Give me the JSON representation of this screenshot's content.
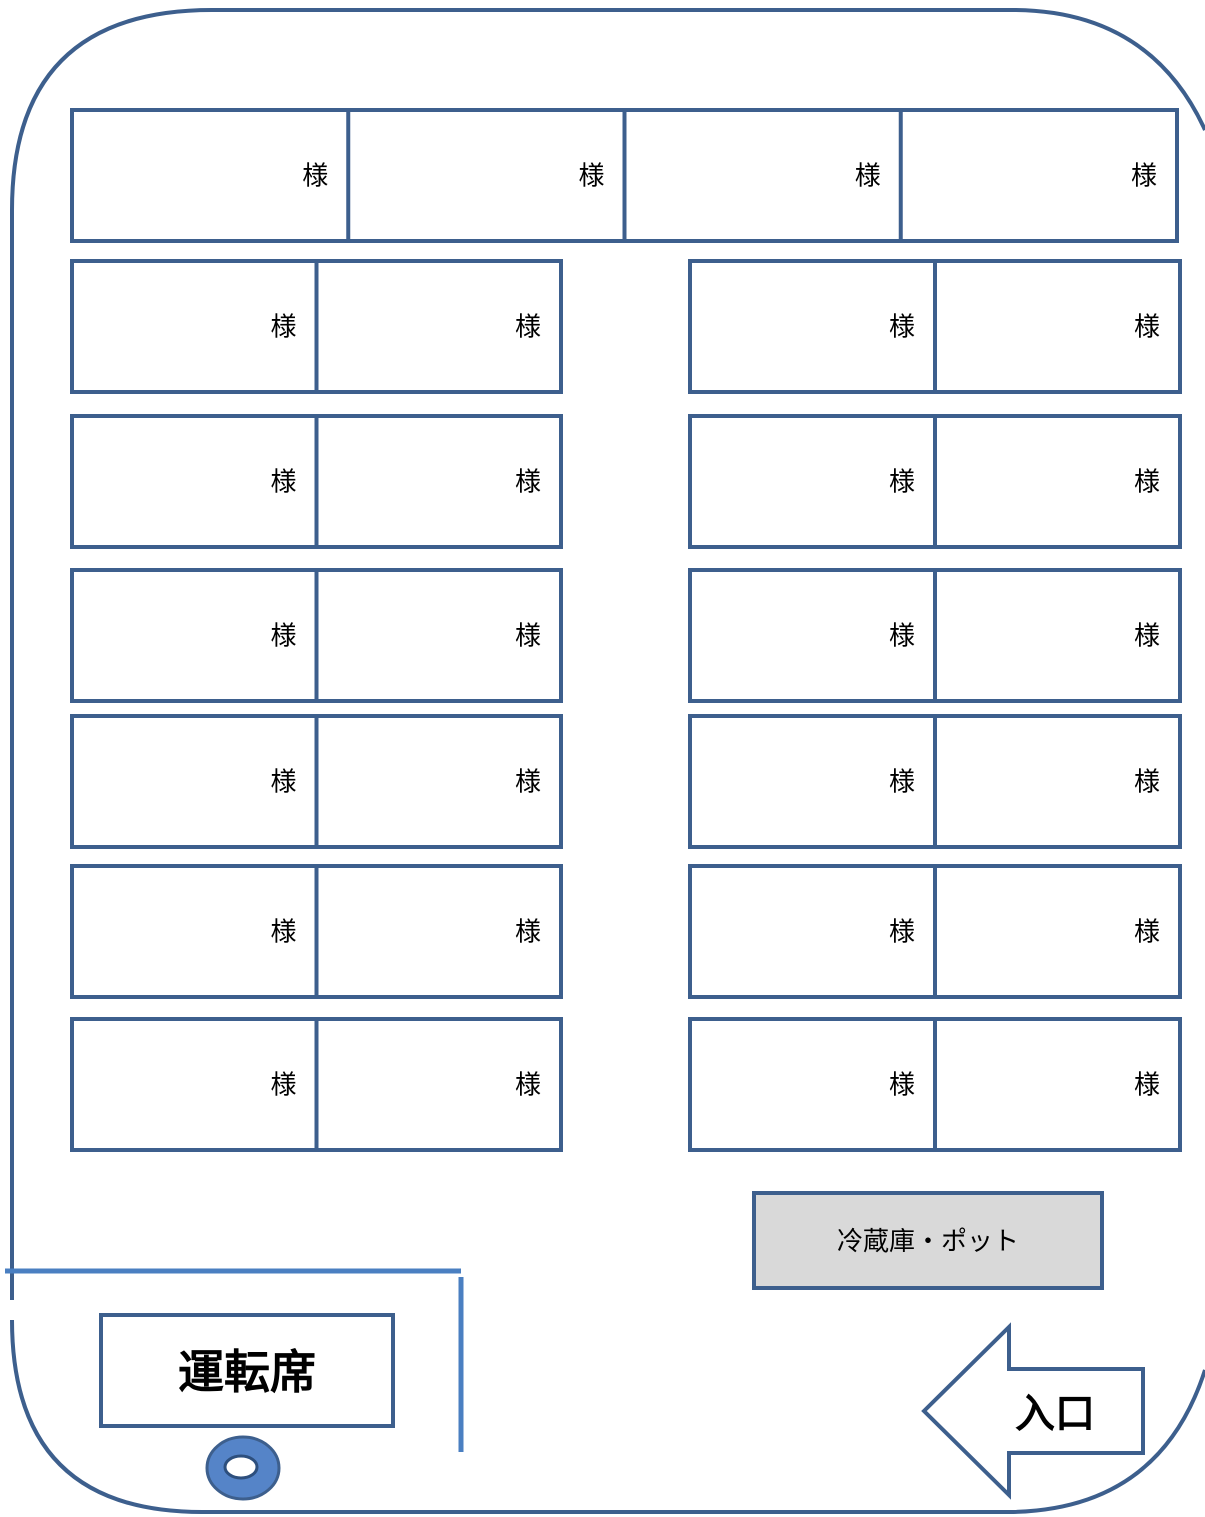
{
  "colors": {
    "outline": "#3d5f8d",
    "partition": "#4a7fc1",
    "fridge_fill": "#d9d9d9",
    "wheel_fill": "#5584c8",
    "background": "#ffffff"
  },
  "seat_suffix": "様",
  "seats": {
    "back_row": [
      "様",
      "様",
      "様",
      "様"
    ],
    "left_rows": [
      [
        "様",
        "様"
      ],
      [
        "様",
        "様"
      ],
      [
        "様",
        "様"
      ],
      [
        "様",
        "様"
      ],
      [
        "様",
        "様"
      ],
      [
        "様",
        "様"
      ]
    ],
    "right_rows": [
      [
        "様",
        "様"
      ],
      [
        "様",
        "様"
      ],
      [
        "様",
        "様"
      ],
      [
        "様",
        "様"
      ],
      [
        "様",
        "様"
      ],
      [
        "様",
        "様"
      ]
    ]
  },
  "fridge": {
    "label": "冷蔵庫・ポット"
  },
  "driver": {
    "label": "運転席",
    "steering_icon": "steering-wheel-icon"
  },
  "entrance": {
    "label": "入口",
    "arrow_icon": "arrow-left-icon"
  }
}
